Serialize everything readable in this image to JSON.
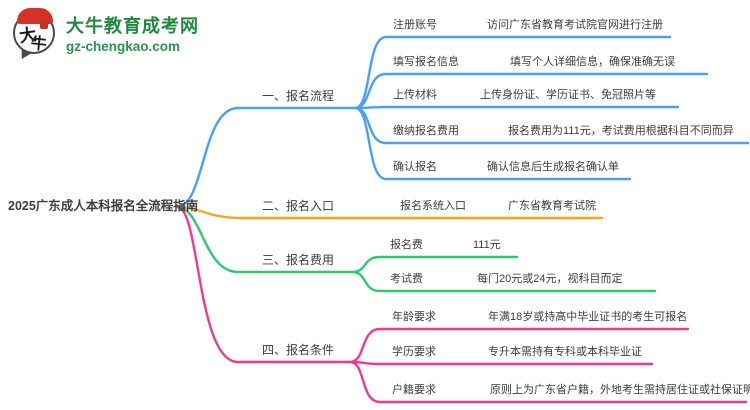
{
  "logo": {
    "icon_char_1": "大",
    "icon_char_2": "牛",
    "site_name": "大牛教育成考网",
    "site_url": "gz-chengkao.com"
  },
  "root": {
    "title": "2025广东成人本科报名全流程指南"
  },
  "colors": {
    "branch1": "#4aa0f5",
    "branch2": "#f5a623",
    "branch3": "#2ec970",
    "branch4": "#f2398b",
    "text": "#3d3d3d",
    "logo_green": "#1f8a3d"
  },
  "branches": [
    {
      "label": "一、报名流程",
      "color": "#4aa0f5",
      "children": [
        {
          "label": "注册账号",
          "desc": "访问广东省教育考试院官网进行注册"
        },
        {
          "label": "填写报名信息",
          "desc": "填写个人详细信息，确保准确无误"
        },
        {
          "label": "上传材料",
          "desc": "上传身份证、学历证书、免冠照片等"
        },
        {
          "label": "缴纳报名费用",
          "desc": "报名费用为111元，考试费用根据科目不同而异"
        },
        {
          "label": "确认报名",
          "desc": "确认信息后生成报名确认单"
        }
      ]
    },
    {
      "label": "二、报名入口",
      "color": "#f5a623",
      "children": [
        {
          "label": "报名系统入口",
          "desc": "广东省教育考试院"
        }
      ]
    },
    {
      "label": "三、报名费用",
      "color": "#2ec970",
      "children": [
        {
          "label": "报名费",
          "desc": "111元"
        },
        {
          "label": "考试费",
          "desc": "每门20元或24元，视科目而定"
        }
      ]
    },
    {
      "label": "四、报名条件",
      "color": "#f2398b",
      "children": [
        {
          "label": "年龄要求",
          "desc": "年满18岁或持高中毕业证书的考生可报名"
        },
        {
          "label": "学历要求",
          "desc": "专升本需持有专科或本科毕业证"
        },
        {
          "label": "户籍要求",
          "desc": "原则上为广东省户籍，外地考生需持居住证或社保证明"
        }
      ]
    }
  ]
}
